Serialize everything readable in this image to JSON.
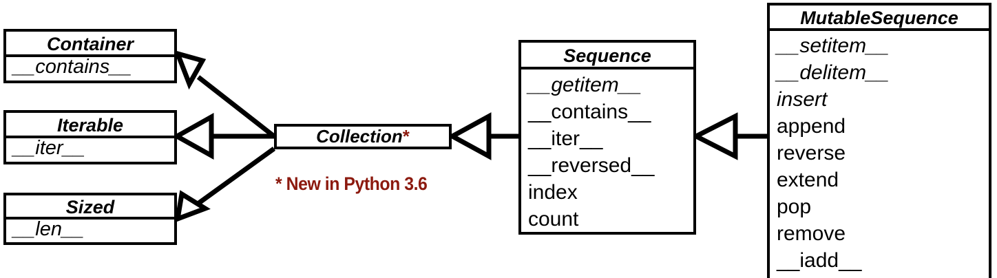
{
  "diagram": {
    "kind": "uml-class-diagram",
    "subject": "Python collections.abc Sequence hierarchy",
    "colors": {
      "line": "#000000",
      "box_fill": "#ffffff",
      "note": "#8c1a0f"
    }
  },
  "classes": {
    "container": {
      "name": "Container",
      "abstract": true,
      "members": [
        {
          "label": "__contains__",
          "abstract": true
        }
      ]
    },
    "iterable": {
      "name": "Iterable",
      "abstract": true,
      "members": [
        {
          "label": "__iter__",
          "abstract": true
        }
      ]
    },
    "sized": {
      "name": "Sized",
      "abstract": true,
      "members": [
        {
          "label": "__len__",
          "abstract": true
        }
      ]
    },
    "collection": {
      "name": "Collection",
      "star": "*",
      "abstract": true,
      "members": []
    },
    "sequence": {
      "name": "Sequence",
      "abstract": true,
      "members": [
        {
          "label": "__getitem__",
          "abstract": true
        },
        {
          "label": "__contains__",
          "abstract": false
        },
        {
          "label": "__iter__",
          "abstract": false
        },
        {
          "label": "__reversed__",
          "abstract": false
        },
        {
          "label": "index",
          "abstract": false
        },
        {
          "label": "count",
          "abstract": false
        }
      ]
    },
    "mutablesequence": {
      "name": "MutableSequence",
      "abstract": true,
      "members": [
        {
          "label": "__setitem__",
          "abstract": true
        },
        {
          "label": "__delitem__",
          "abstract": true
        },
        {
          "label": "insert",
          "abstract": true
        },
        {
          "label": "append",
          "abstract": false
        },
        {
          "label": "reverse",
          "abstract": false
        },
        {
          "label": "extend",
          "abstract": false
        },
        {
          "label": "pop",
          "abstract": false
        },
        {
          "label": "remove",
          "abstract": false
        },
        {
          "label": "__iadd__",
          "abstract": false
        }
      ]
    }
  },
  "relations": [
    {
      "from": "Collection",
      "to": "Container",
      "type": "generalization"
    },
    {
      "from": "Collection",
      "to": "Iterable",
      "type": "generalization"
    },
    {
      "from": "Collection",
      "to": "Sized",
      "type": "generalization"
    },
    {
      "from": "Sequence",
      "to": "Collection",
      "type": "generalization"
    },
    {
      "from": "MutableSequence",
      "to": "Sequence",
      "type": "generalization"
    }
  ],
  "notes": {
    "new_in_python": "* New in Python 3.6"
  }
}
